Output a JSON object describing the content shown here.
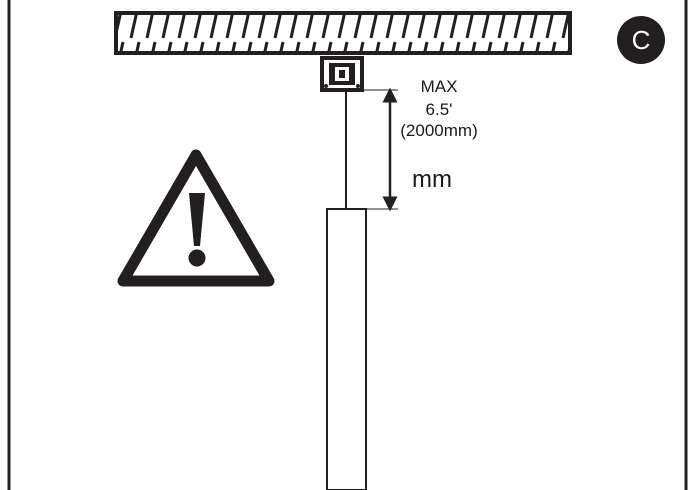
{
  "badge": {
    "letter": "C"
  },
  "dimension": {
    "max_label": "MAX",
    "feet_label": "6.5'",
    "mm_label": "(2000mm)",
    "unit_label": "mm"
  },
  "colors": {
    "ink": "#231f20",
    "background": "#ffffff"
  },
  "icons": [
    "ceiling-beam-icon",
    "ceiling-bracket-icon",
    "warning-triangle-icon",
    "dimension-arrow-icon"
  ]
}
